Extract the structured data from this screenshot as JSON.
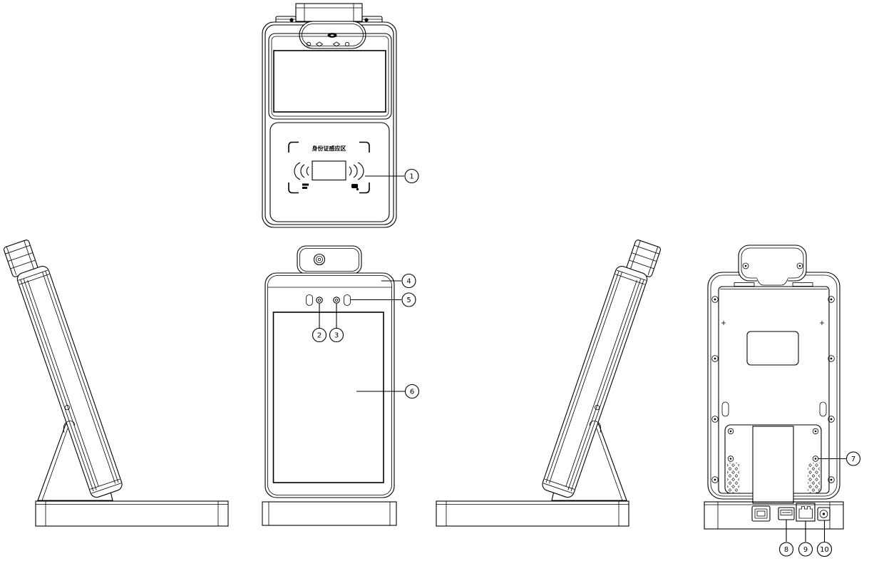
{
  "drawing": {
    "type": "technical-multiview-line-drawing",
    "subject": "face-recognition-terminal-with-id-card-reader",
    "line_color": "#000000",
    "background_color": "#ffffff",
    "views": [
      "top-front-view",
      "left-side-view",
      "front-view",
      "right-side-view",
      "back-view"
    ]
  },
  "card_reader": {
    "label": "身份证感应区"
  },
  "callouts": [
    {
      "number": "1",
      "target": "id-card-sensing-area"
    },
    {
      "number": "2",
      "target": "left-camera-lens"
    },
    {
      "number": "3",
      "target": "right-camera-lens"
    },
    {
      "number": "4",
      "target": "top-bezel"
    },
    {
      "number": "5",
      "target": "light-sensor-window"
    },
    {
      "number": "6",
      "target": "display-screen"
    },
    {
      "number": "7",
      "target": "mounting-plate-screw"
    },
    {
      "number": "8",
      "target": "usb-port"
    },
    {
      "number": "9",
      "target": "ethernet-port"
    },
    {
      "number": "10",
      "target": "dc-power-jack"
    }
  ]
}
